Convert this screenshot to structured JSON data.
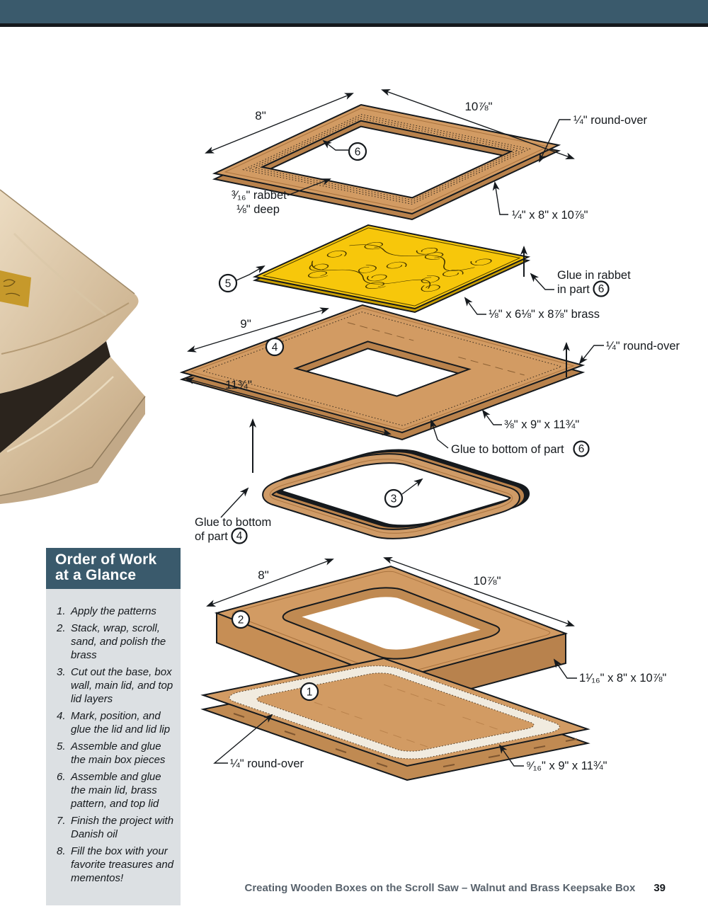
{
  "colors": {
    "teal_band": "#3A5A6C",
    "wood_top": "#D29B63",
    "wood_side": "#BE8850",
    "brass": "#F7C70B",
    "sidebar_bg": "#DCE0E3",
    "footer_text": "#59636d"
  },
  "sidebar": {
    "title_line1": "Order of Work",
    "title_line2": "at a Glance",
    "steps": [
      {
        "num": "1.",
        "text": "Apply the patterns"
      },
      {
        "num": "2.",
        "text": "Stack, wrap, scroll, sand, and polish the brass"
      },
      {
        "num": "3.",
        "text": "Cut out the base, box wall, main lid, and top lid layers"
      },
      {
        "num": "4.",
        "text": "Mark, position, and glue the lid and lid lip"
      },
      {
        "num": "5.",
        "text": "Assemble and glue the main box pieces"
      },
      {
        "num": "6.",
        "text": "Assemble and glue the main lid, brass pattern, and top lid"
      },
      {
        "num": "7.",
        "text": "Finish the project with Danish oil"
      },
      {
        "num": "8.",
        "text": "Fill the box with your favorite treasures and mementos!"
      }
    ]
  },
  "footer": {
    "book_title": "Creating Wooden Boxes on the Scroll Saw  –  Walnut and Brass Keepsake Box",
    "page_number": "39"
  },
  "diagram": {
    "part6": {
      "number": "6",
      "dim_width": "8\"",
      "dim_length": "10⅞\"",
      "roundover": "¼\" round-over",
      "rabbet_line1": "³⁄₁₆\" rabbet",
      "rabbet_line2": "⅛\" deep",
      "size": "¼\" x 8\" x 10⅞\""
    },
    "part5": {
      "number": "5",
      "glue_line1": "Glue in rabbet",
      "glue_line2": "in part",
      "glue_part_ref": "6",
      "size": "⅛\"  x  6⅛\"  x  8⅞\" brass"
    },
    "part4": {
      "number": "4",
      "dim_width": "9\"",
      "dim_length": "11¾\"",
      "roundover": "¼\" round-over",
      "size": "⅜\" x 9\" x 11¾\"",
      "glue_text": "Glue to bottom of part",
      "glue_part_ref": "6"
    },
    "part3": {
      "number": "3",
      "glue_line1": "Glue to bottom",
      "glue_line2": "of part",
      "glue_part_ref": "4"
    },
    "part2": {
      "number": "2",
      "dim_width": "8\"",
      "dim_length": "10⅞\"",
      "size": "1¹⁄₁₆\" x 8\" x 10⅞\""
    },
    "part1": {
      "number": "1",
      "roundover": "¼\" round-over",
      "size": "⁹⁄₁₆\" x 9\" x 11¾\""
    }
  }
}
